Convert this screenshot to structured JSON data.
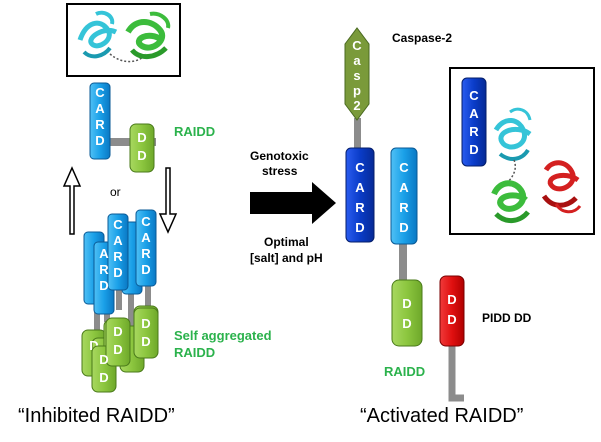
{
  "labels": {
    "raidd_top": "RAIDD",
    "or": "or",
    "self_aggregated_line1": "Self aggregated",
    "self_aggregated_line2": "RAIDD",
    "genotoxic_line1": "Genotoxic",
    "genotoxic_line2": "stress",
    "optimal_line1": "Optimal",
    "optimal_line2": "[salt] and pH",
    "caspase2": "Caspase-2",
    "pidd_dd": "PIDD DD",
    "raidd_bottom": "RAIDD",
    "inhibited": "“Inhibited RAIDD”",
    "activated": "“Activated RAIDD”"
  },
  "domains": {
    "card": [
      "C",
      "A",
      "R",
      "D"
    ],
    "dd": [
      "D",
      "D"
    ],
    "casp2": [
      "C",
      "a",
      "s",
      "p",
      "2"
    ]
  },
  "colors": {
    "card_light": "#1aa0e8",
    "card_dark": "#0a3cc8",
    "dd_green": "#8cc63f",
    "casp_olive": "#7a9a3a",
    "pidd_red": "#e01010",
    "linker_gray": "#8c8c8c",
    "label_green": "#2bb24c"
  }
}
